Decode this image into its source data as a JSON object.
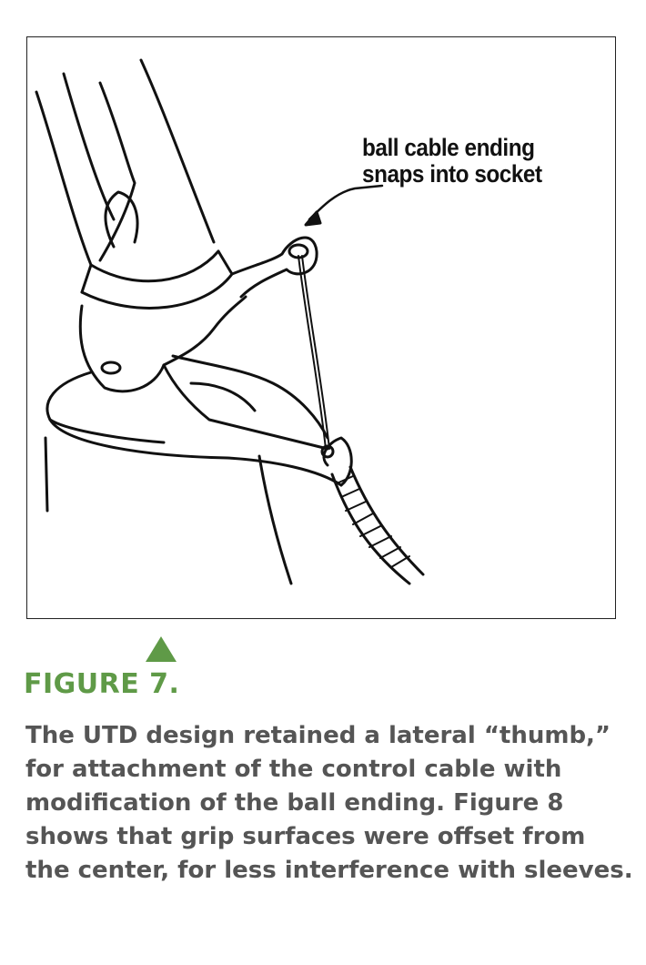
{
  "colors": {
    "accent": "#5f9a47",
    "caption": "#555555"
  },
  "figure": {
    "annotation_lines": [
      "ball cable ending",
      "snaps into socket"
    ],
    "marker_icon": "triangle-up-icon",
    "label": "FIGURE 7."
  },
  "caption": "The UTD design retained a lateral “thumb,” for attachment of the control cable with modification of the ball ending. Figure 8 shows that grip surfaces were offset from the center, for less interference with sleeves."
}
